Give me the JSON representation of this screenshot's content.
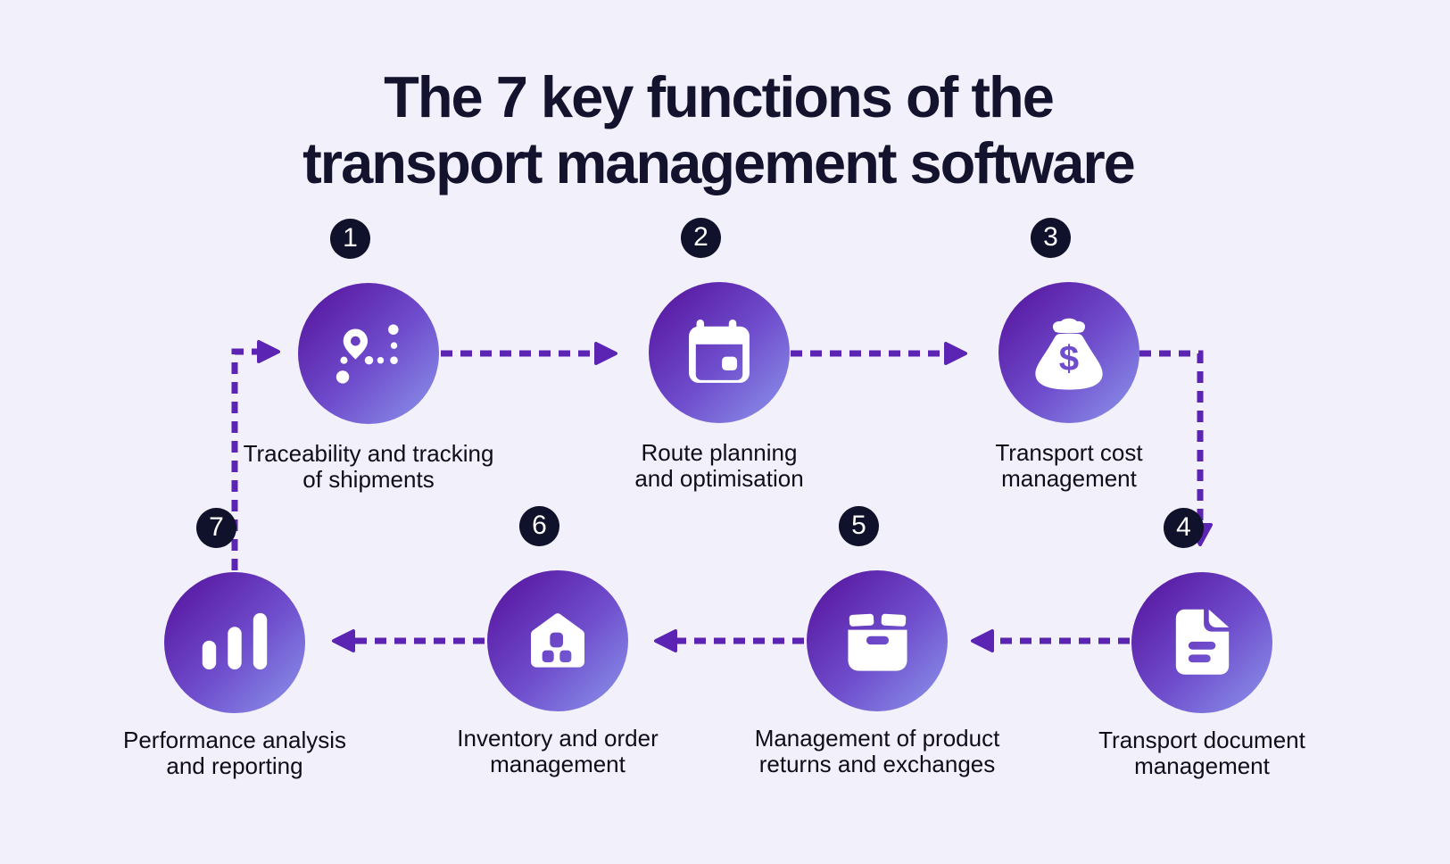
{
  "title": {
    "lines": [
      "The 7 key functions of the",
      "transport management software"
    ]
  },
  "nodes": [
    {
      "number": "1",
      "icon": "route-tracking-icon",
      "label_lines": [
        "Traceability and tracking",
        "of shipments"
      ]
    },
    {
      "number": "2",
      "icon": "calendar-icon",
      "label_lines": [
        "Route planning",
        "and optimisation"
      ]
    },
    {
      "number": "3",
      "icon": "money-bag-icon",
      "symbol": "$",
      "label_lines": [
        "Transport cost",
        "management"
      ]
    },
    {
      "number": "4",
      "icon": "document-icon",
      "label_lines": [
        "Transport document",
        "management"
      ]
    },
    {
      "number": "5",
      "icon": "package-box-icon",
      "label_lines": [
        "Management of product",
        "returns and exchanges"
      ]
    },
    {
      "number": "6",
      "icon": "warehouse-icon",
      "label_lines": [
        "Inventory and order",
        "management"
      ]
    },
    {
      "number": "7",
      "icon": "bar-chart-icon",
      "label_lines": [
        "Performance analysis",
        "and reporting"
      ]
    }
  ],
  "connections": [
    {
      "from": "1",
      "to": "2",
      "shape": "straight-right"
    },
    {
      "from": "2",
      "to": "3",
      "shape": "straight-right"
    },
    {
      "from": "3",
      "to": "4",
      "shape": "elbow-right-down"
    },
    {
      "from": "4",
      "to": "5",
      "shape": "straight-left"
    },
    {
      "from": "5",
      "to": "6",
      "shape": "straight-left"
    },
    {
      "from": "6",
      "to": "7",
      "shape": "straight-left"
    },
    {
      "from": "7",
      "to": "1",
      "shape": "elbow-up-right"
    }
  ],
  "colors": {
    "background": "#f2f0fa",
    "circle_gradient_start": "#5c21a9",
    "circle_gradient_end": "#8b93ea",
    "badge_background": "#10112a",
    "badge_text": "#ffffff",
    "connector": "#5b24b3",
    "title_text": "#14132e",
    "label_text": "#0e0e18",
    "icon": "#ffffff",
    "icon_accent": "#6f4ecd"
  }
}
